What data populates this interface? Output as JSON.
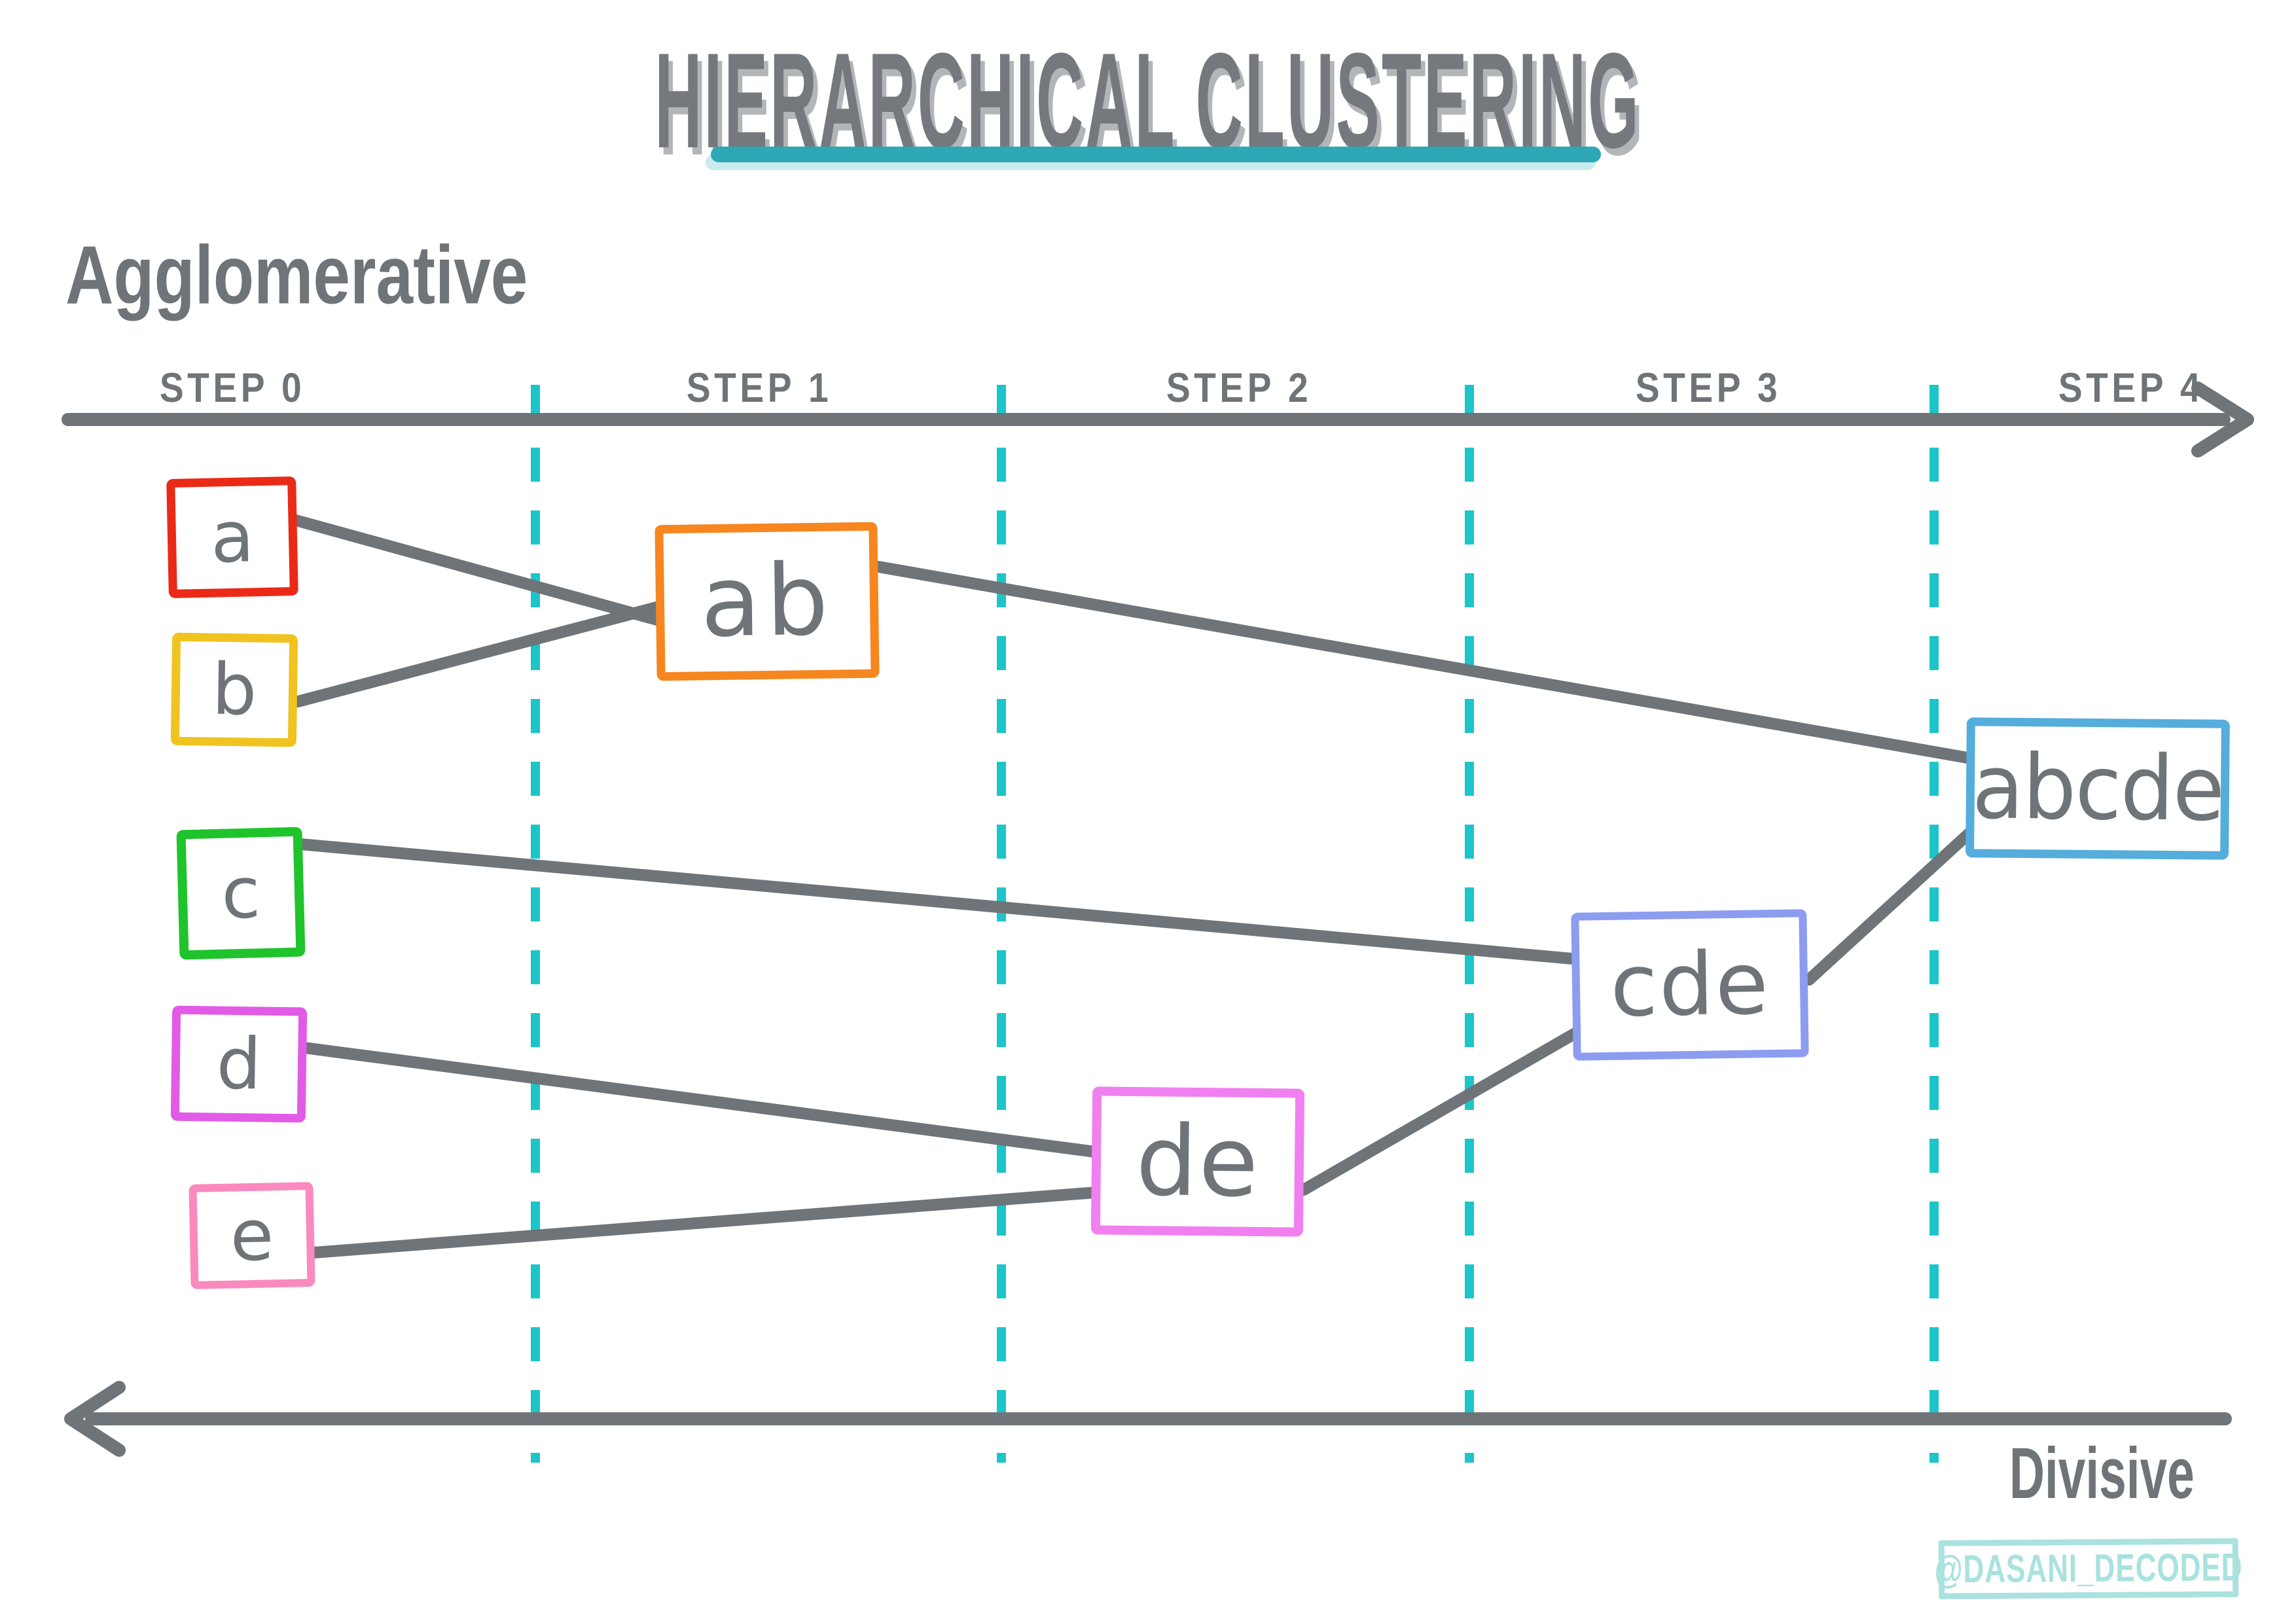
{
  "title": {
    "text": "HIERARCHICAL CLUSTERING"
  },
  "methods": {
    "agglomerative": "Agglomerative",
    "divisive": "Divisive"
  },
  "timeline": {
    "steps": [
      "STEP 0",
      "STEP 1",
      "STEP 2",
      "STEP 3",
      "STEP 4"
    ]
  },
  "clusters": {
    "a": {
      "label": "a",
      "color": "#ea2a16"
    },
    "b": {
      "label": "b",
      "color": "#f0c320"
    },
    "c": {
      "label": "c",
      "color": "#1fc32b"
    },
    "d": {
      "label": "d",
      "color": "#e25be6"
    },
    "e": {
      "label": "e",
      "color": "#fa8abd"
    },
    "ab": {
      "label": "ab",
      "color": "#f6861f"
    },
    "de": {
      "label": "de",
      "color": "#f080f0"
    },
    "cde": {
      "label": "cde",
      "color": "#8c9df0"
    },
    "abcde": {
      "label": "abcde",
      "color": "#55addb"
    }
  },
  "merges": [
    {
      "step": "STEP 1",
      "from": [
        "a",
        "b"
      ],
      "to": "ab"
    },
    {
      "step": "STEP 2",
      "from": [
        "d",
        "e"
      ],
      "to": "de"
    },
    {
      "step": "STEP 3",
      "from": [
        "c",
        "de"
      ],
      "to": "cde"
    },
    {
      "step": "STEP 4",
      "from": [
        "ab",
        "cde"
      ],
      "to": "abcde"
    }
  ],
  "watermark": {
    "text": "@DASANI_DECODED",
    "color": "#a9e2df"
  },
  "colors": {
    "ink": "#6e7478",
    "title": "#75797e",
    "title_shadow": "#b2b6b9",
    "underline": "#2ea7b6",
    "underline_shadow": "#c9ebee",
    "step_divider": "#1cc5c9"
  }
}
